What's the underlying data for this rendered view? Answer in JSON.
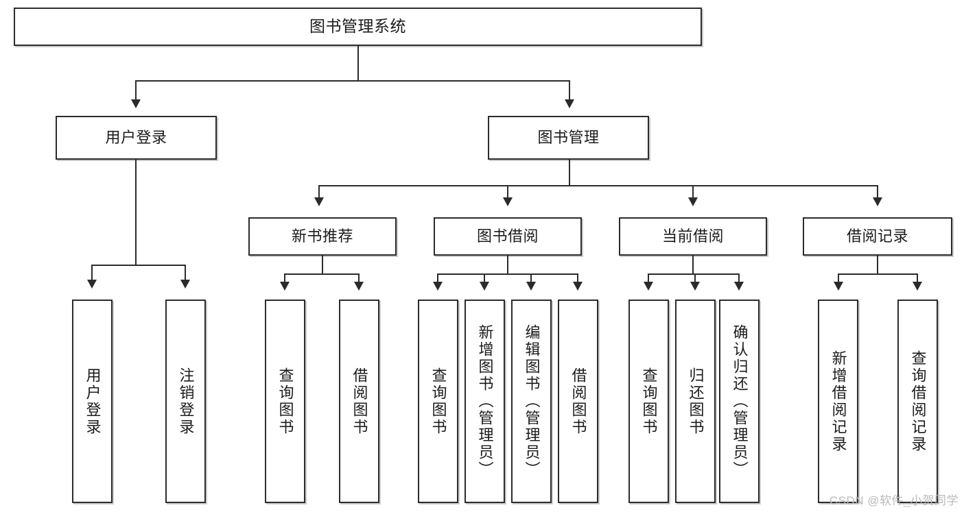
{
  "diagram": {
    "title": "图书管理系统",
    "type": "hierarchy-tree",
    "root": {
      "label": "图书管理系统"
    },
    "level1": [
      {
        "label": "用户登录"
      },
      {
        "label": "图书管理"
      }
    ],
    "level2": [
      {
        "label": "新书推荐"
      },
      {
        "label": "图书借阅"
      },
      {
        "label": "当前借阅"
      },
      {
        "label": "借阅记录"
      }
    ],
    "leaves": {
      "user_login": [
        {
          "label": "用户登录"
        },
        {
          "label": "注销登录"
        }
      ],
      "new_book_recommend": [
        {
          "label": "查询图书"
        },
        {
          "label": "借阅图书"
        }
      ],
      "book_borrow": [
        {
          "label": "查询图书"
        },
        {
          "label": "新增图书（管理员）"
        },
        {
          "label": "编辑图书（管理员）"
        },
        {
          "label": "借阅图书"
        }
      ],
      "current_borrow": [
        {
          "label": "查询图书"
        },
        {
          "label": "归还图书"
        },
        {
          "label": "确认归还（管理员）"
        }
      ],
      "borrow_record": [
        {
          "label": "新增借阅记录"
        },
        {
          "label": "查询借阅记录"
        }
      ]
    }
  },
  "watermark": {
    "text": "CSDN @软件_小贺同学"
  },
  "colors": {
    "border": "#2b2b2b",
    "text": "#1b1b1b",
    "background": "#ffffff",
    "watermark": "#b9b9b9"
  }
}
